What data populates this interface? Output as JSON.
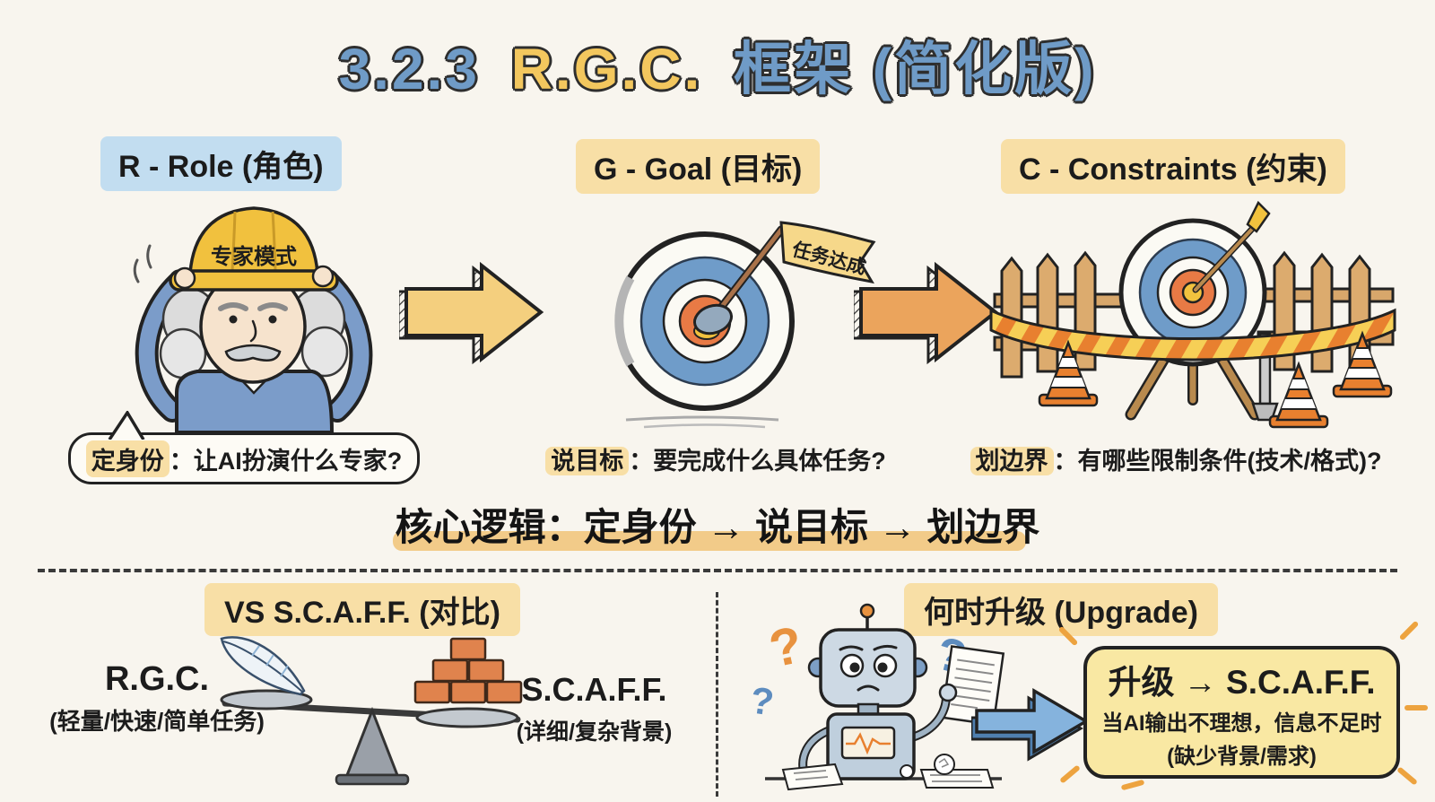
{
  "title": {
    "number": "3.2.3",
    "acronym": "R.G.C.",
    "suffix": "框架 (简化版)"
  },
  "columns": [
    {
      "header": "R - Role (角色)",
      "hat_label": "专家模式",
      "caption_keyword": "定身份",
      "caption_text": "：让AI扮演什么专家?"
    },
    {
      "header": "G - Goal (目标)",
      "flag_label": "任务达成",
      "caption_keyword": "说目标",
      "caption_text": "：要完成什么具体任务?"
    },
    {
      "header": "C - Constraints (约束)",
      "caption_keyword": "划边界",
      "caption_text": "：有哪些限制条件(技术/格式)?"
    }
  ],
  "core_logic": "核心逻辑：定身份 → 说目标 → 划边界",
  "vs_section": {
    "header": "VS S.C.A.F.F. (对比)",
    "left_title": "R.G.C.",
    "left_subtitle": "(轻量/快速/简单任务)",
    "right_title": "S.C.A.F.F.",
    "right_subtitle": "(详细/复杂背景)"
  },
  "upgrade_section": {
    "header": "何时升级 (Upgrade)",
    "box_title": "升级 → S.C.A.F.F.",
    "box_line1": "当AI输出不理想，信息不足时",
    "box_line2": "(缺少背景/需求)",
    "question_marks": [
      "?",
      "?",
      "?"
    ]
  },
  "colors": {
    "background": "#f8f5ee",
    "blue_text": "#6f9bc7",
    "yellow_text": "#f3c75e",
    "blue_highlight": "#c2ddf0",
    "yellow_highlight": "#f8dfa6",
    "arrow_yellow": "#f4cf7e",
    "arrow_orange": "#eba45c",
    "arrow_blue": "#85b3dd",
    "box_yellow": "#f9e8a3",
    "target_blue": "#6f9cc9",
    "target_orange": "#e87a45"
  }
}
